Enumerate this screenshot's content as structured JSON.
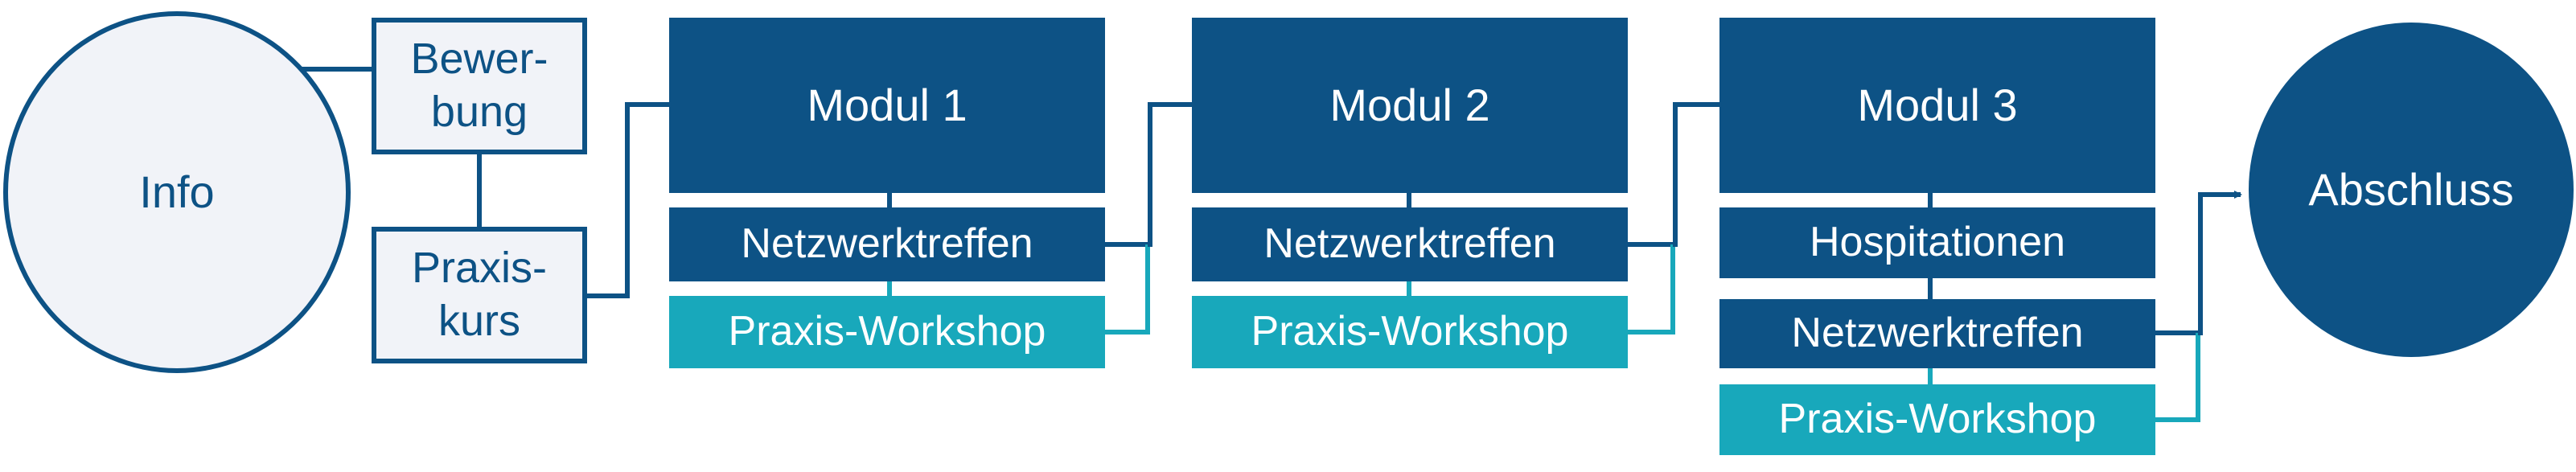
{
  "info": {
    "label": "Info"
  },
  "bewerbung": {
    "line1": "Bewer-",
    "line2": "bung"
  },
  "praxiskurs": {
    "line1": "Praxis-",
    "line2": "kurs"
  },
  "modul1": {
    "title": "Modul 1",
    "items": [
      "Netzwerktreffen",
      "Praxis-Workshop"
    ]
  },
  "modul2": {
    "title": "Modul 2",
    "items": [
      "Netzwerktreffen",
      "Praxis-Workshop"
    ]
  },
  "modul3": {
    "title": "Modul 3",
    "items": [
      "Hospitationen",
      "Netzwerktreffen",
      "Praxis-Workshop"
    ]
  },
  "abschluss": {
    "label": "Abschluss"
  },
  "colors": {
    "dark": "#0d5285",
    "teal": "#18a8bb",
    "light": "#f1f3f8"
  }
}
